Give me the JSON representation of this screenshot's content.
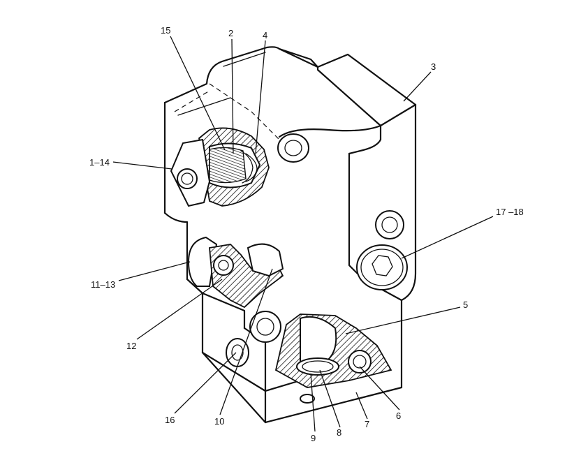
{
  "callouts": {
    "c15": "15",
    "c2": "2",
    "c4": "4",
    "c3": "3",
    "c1_14": "1–14",
    "c17_18": "17 –18",
    "c11_13": "11–13",
    "c5": "5",
    "c12": "12",
    "c16": "16",
    "c10": "10",
    "c9": "9",
    "c8": "8",
    "c7": "7",
    "c6": "6"
  }
}
